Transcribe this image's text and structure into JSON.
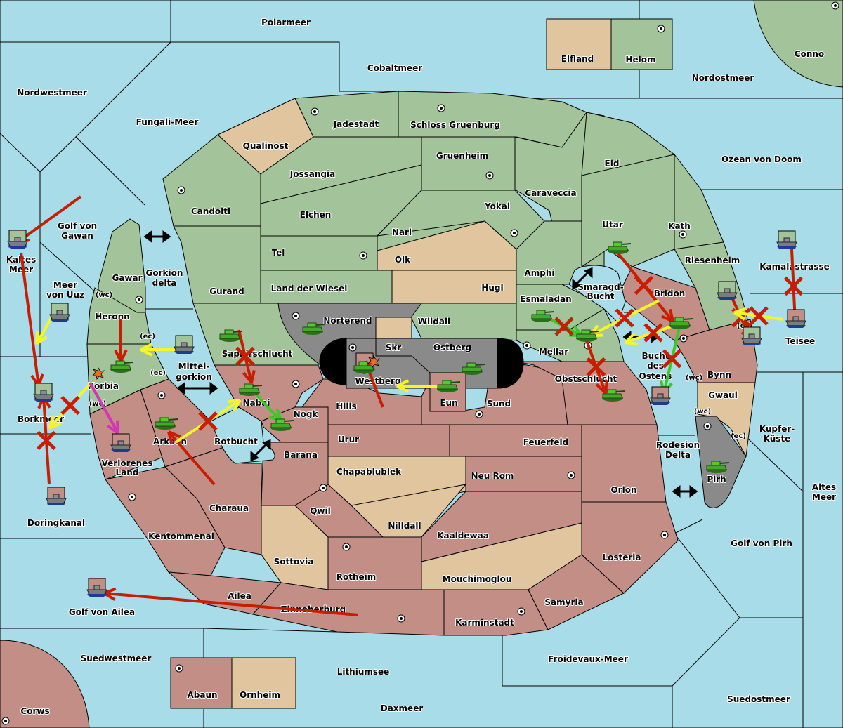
{
  "map": {
    "colors": {
      "sea": "#a8dce9",
      "green_power": "#a3c49a",
      "red_power": "#c38e86",
      "neutral": "#e1c59e",
      "gray_power": "#8a8a8a",
      "order_move": "#c81e00",
      "order_support": "#f5f528",
      "order_convoy": "#d238b4",
      "order_hold": "#3cc828"
    },
    "sea_labels": [
      {
        "id": "polarmeer",
        "text": "Polarmeer"
      },
      {
        "id": "cobaltmeer",
        "text": "Cobaltmeer"
      },
      {
        "id": "nordwestmeer",
        "text": "Nordwestmeer"
      },
      {
        "id": "fungali-meer",
        "text": "Fungali-Meer"
      },
      {
        "id": "nordostmeer",
        "text": "Nordostmeer"
      },
      {
        "id": "ozean-von-doom",
        "text": "Ozean von Doom"
      },
      {
        "id": "golf-von-gawan-1",
        "text": "Golf von"
      },
      {
        "id": "golf-von-gawan-2",
        "text": "Gawan"
      },
      {
        "id": "kaltes-meer-1",
        "text": "Kaltes"
      },
      {
        "id": "kaltes-meer-2",
        "text": "Meer"
      },
      {
        "id": "meer-von-uuz-1",
        "text": "Meer"
      },
      {
        "id": "meer-von-uuz-2",
        "text": "von Uuz"
      },
      {
        "id": "gorkion-delta-1",
        "text": "Gorkion"
      },
      {
        "id": "gorkion-delta-2",
        "text": "delta"
      },
      {
        "id": "mittelgorkion-1",
        "text": "Mittel-"
      },
      {
        "id": "mittelgorkion-2",
        "text": "gorkion"
      },
      {
        "id": "borkmeer",
        "text": "Borkmeer"
      },
      {
        "id": "doringkanal",
        "text": "Doringkanal"
      },
      {
        "id": "rotbucht",
        "text": "Rotbucht"
      },
      {
        "id": "golf-von-ailea",
        "text": "Golf von Ailea"
      },
      {
        "id": "suedwestmeer",
        "text": "Suedwestmeer"
      },
      {
        "id": "lithiumsee",
        "text": "Lithiumsee"
      },
      {
        "id": "daxmeer",
        "text": "Daxmeer"
      },
      {
        "id": "froidevaux-meer",
        "text": "Froidevaux-Meer"
      },
      {
        "id": "suedostmeer",
        "text": "Suedostmeer"
      },
      {
        "id": "golf-von-pirh",
        "text": "Golf von Pirh"
      },
      {
        "id": "altes-meer-1",
        "text": "Altes"
      },
      {
        "id": "altes-meer-2",
        "text": "Meer"
      },
      {
        "id": "kupfer-kueste-1",
        "text": "Kupfer-"
      },
      {
        "id": "kupfer-kueste-2",
        "text": "Küste"
      },
      {
        "id": "rodesion-delta-1",
        "text": "Rodesion"
      },
      {
        "id": "rodesion-delta-2",
        "text": "Delta"
      },
      {
        "id": "bucht-des-ostens-1",
        "text": "Bucht"
      },
      {
        "id": "bucht-des-ostens-2",
        "text": "des"
      },
      {
        "id": "bucht-des-ostens-3",
        "text": "Ostens"
      },
      {
        "id": "smaragd-bucht-1",
        "text": "Smaragd-"
      },
      {
        "id": "smaragd-bucht-2",
        "text": "Bucht"
      },
      {
        "id": "kamalastrasse",
        "text": "Kamalastrasse"
      },
      {
        "id": "teisee",
        "text": "Teisee"
      }
    ],
    "land_labels": [
      {
        "id": "elfland",
        "text": "Elfland"
      },
      {
        "id": "helom",
        "text": "Helom"
      },
      {
        "id": "conno",
        "text": "Conno"
      },
      {
        "id": "jadestadt",
        "text": "Jadestadt"
      },
      {
        "id": "schloss-gruenburg",
        "text": "Schloss Gruenburg"
      },
      {
        "id": "qualinost",
        "text": "Qualinost"
      },
      {
        "id": "gruenheim",
        "text": "Gruenheim"
      },
      {
        "id": "eld",
        "text": "Eld"
      },
      {
        "id": "jossangia",
        "text": "Jossangia"
      },
      {
        "id": "caraveccia",
        "text": "Caraveccia"
      },
      {
        "id": "candolti",
        "text": "Candolti"
      },
      {
        "id": "elchen",
        "text": "Elchen"
      },
      {
        "id": "yokai",
        "text": "Yokai"
      },
      {
        "id": "utar",
        "text": "Utar"
      },
      {
        "id": "kath",
        "text": "Kath"
      },
      {
        "id": "nari",
        "text": "Nari"
      },
      {
        "id": "tel",
        "text": "Tel"
      },
      {
        "id": "olk",
        "text": "Olk"
      },
      {
        "id": "riesenheim",
        "text": "Riesenheim"
      },
      {
        "id": "gawar",
        "text": "Gawar"
      },
      {
        "id": "amphi",
        "text": "Amphi"
      },
      {
        "id": "gurand",
        "text": "Gurand"
      },
      {
        "id": "land-der-wiesel",
        "text": "Land der Wiesel"
      },
      {
        "id": "hugl",
        "text": "Hugl"
      },
      {
        "id": "bridon",
        "text": "Bridon"
      },
      {
        "id": "esmaladan",
        "text": "Esmaladan"
      },
      {
        "id": "norterend",
        "text": "Norterend"
      },
      {
        "id": "wildall",
        "text": "Wildall"
      },
      {
        "id": "heronn",
        "text": "Heronn"
      },
      {
        "id": "skr",
        "text": "Skr"
      },
      {
        "id": "ostberg",
        "text": "Ostberg"
      },
      {
        "id": "mellar",
        "text": "Mellar"
      },
      {
        "id": "saphirschlucht",
        "text": "Saphirschlucht"
      },
      {
        "id": "korbia",
        "text": "Korbia"
      },
      {
        "id": "westberg",
        "text": "Westberg"
      },
      {
        "id": "obstschlucht",
        "text": "Obstschlucht"
      },
      {
        "id": "bynn",
        "text": "Bynn"
      },
      {
        "id": "nabai",
        "text": "Nabai"
      },
      {
        "id": "hills",
        "text": "Hills"
      },
      {
        "id": "eun",
        "text": "Eun"
      },
      {
        "id": "sund",
        "text": "Sund"
      },
      {
        "id": "gwaul",
        "text": "Gwaul"
      },
      {
        "id": "nogk",
        "text": "Nogk"
      },
      {
        "id": "arkoon",
        "text": "Arkoon"
      },
      {
        "id": "urur",
        "text": "Urur"
      },
      {
        "id": "feuerfeld",
        "text": "Feuerfeld"
      },
      {
        "id": "barana",
        "text": "Barana"
      },
      {
        "id": "verlorenes-land-1",
        "text": "Verlorenes"
      },
      {
        "id": "verlorenes-land-2",
        "text": "Land"
      },
      {
        "id": "chapablublek",
        "text": "Chapablublek"
      },
      {
        "id": "neu-rom",
        "text": "Neu Rom"
      },
      {
        "id": "pirh",
        "text": "Pirh"
      },
      {
        "id": "orlon",
        "text": "Orlon"
      },
      {
        "id": "qwil",
        "text": "Qwil"
      },
      {
        "id": "charaua",
        "text": "Charaua"
      },
      {
        "id": "nilldall",
        "text": "Nilldall"
      },
      {
        "id": "kentommenai",
        "text": "Kentommenai"
      },
      {
        "id": "kaaldewaa",
        "text": "Kaaldewaa"
      },
      {
        "id": "losteria",
        "text": "Losteria"
      },
      {
        "id": "sottovia",
        "text": "Sottovia"
      },
      {
        "id": "rotheim",
        "text": "Rotheim"
      },
      {
        "id": "mouchimoglou",
        "text": "Mouchimoglou"
      },
      {
        "id": "ailea",
        "text": "Ailea"
      },
      {
        "id": "samyria",
        "text": "Samyria"
      },
      {
        "id": "zinnoberburg",
        "text": "Zinnoberburg"
      },
      {
        "id": "karminstadt",
        "text": "Karminstadt"
      },
      {
        "id": "abaun",
        "text": "Abaun"
      },
      {
        "id": "ornheim",
        "text": "Ornheim"
      },
      {
        "id": "corws",
        "text": "Corws"
      }
    ],
    "coast_labels": [
      {
        "id": "gawar-wc",
        "text": "(wc)"
      },
      {
        "id": "heronn-ec",
        "text": "(ec)"
      },
      {
        "id": "korbia-ec",
        "text": "(ec)"
      },
      {
        "id": "korbia-wc",
        "text": "(wc)"
      },
      {
        "id": "riesenheim-ec",
        "text": "(ec)"
      },
      {
        "id": "bynn-wc",
        "text": "(wc)"
      },
      {
        "id": "gwaul-wc",
        "text": "(wc)"
      },
      {
        "id": "gwaul-ec",
        "text": "(ec)"
      }
    ],
    "units": [
      {
        "type": "fleet",
        "owner": "green",
        "location": "Kaltes Meer"
      },
      {
        "type": "fleet",
        "owner": "green",
        "location": "Meer von Uuz"
      },
      {
        "type": "fleet",
        "owner": "green",
        "location": "Borkmeer"
      },
      {
        "type": "fleet",
        "owner": "green",
        "location": "Mittelgorkion"
      },
      {
        "type": "fleet",
        "owner": "red",
        "location": "Doringkanal"
      },
      {
        "type": "fleet",
        "owner": "red",
        "location": "Golf von Ailea"
      },
      {
        "type": "fleet",
        "owner": "red",
        "location": "Verlorenes Land"
      },
      {
        "type": "fleet",
        "owner": "green",
        "location": "Kamalastrasse"
      },
      {
        "type": "fleet",
        "owner": "red",
        "location": "Teisee"
      },
      {
        "type": "fleet",
        "owner": "red",
        "location": "Bucht des Ostens"
      },
      {
        "type": "fleet",
        "owner": "green",
        "location": "Riesenheim"
      },
      {
        "type": "fleet",
        "owner": "green",
        "location": "Riesenheim (ec)"
      },
      {
        "type": "army",
        "owner": "green",
        "location": "Heronn"
      },
      {
        "type": "army",
        "owner": "green",
        "location": "Saphirschlucht"
      },
      {
        "type": "army",
        "owner": "green",
        "location": "Norterend"
      },
      {
        "type": "army",
        "owner": "green",
        "location": "Nabai"
      },
      {
        "type": "army",
        "owner": "green",
        "location": "Nogk"
      },
      {
        "type": "army",
        "owner": "green",
        "location": "Arkoon"
      },
      {
        "type": "army",
        "owner": "green",
        "location": "Westberg"
      },
      {
        "type": "army",
        "owner": "green",
        "location": "Ostberg"
      },
      {
        "type": "army",
        "owner": "green",
        "location": "Eun"
      },
      {
        "type": "army",
        "owner": "green",
        "location": "Utar"
      },
      {
        "type": "army",
        "owner": "green",
        "location": "Esmaladan"
      },
      {
        "type": "army",
        "owner": "green",
        "location": "Mellar"
      },
      {
        "type": "army",
        "owner": "green",
        "location": "Bridon"
      },
      {
        "type": "army",
        "owner": "green",
        "location": "Obstschlucht"
      },
      {
        "type": "army",
        "owner": "green",
        "location": "Pirh"
      }
    ]
  }
}
